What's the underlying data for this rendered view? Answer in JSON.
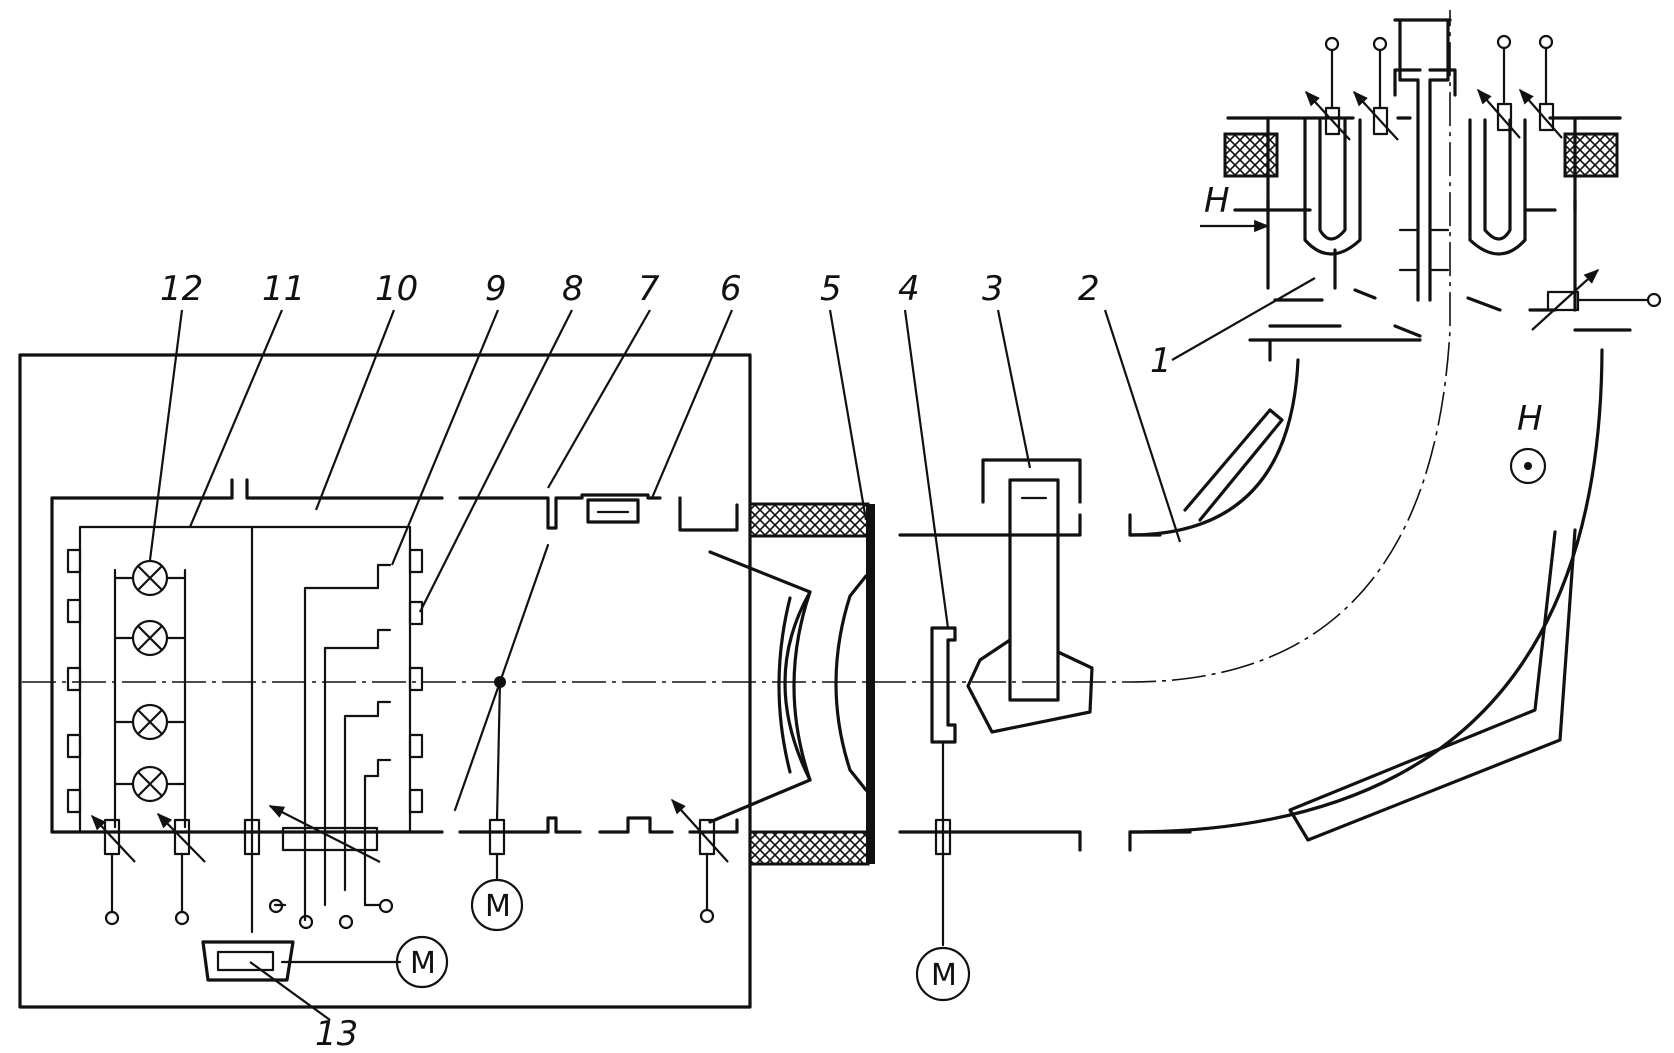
{
  "diagram": {
    "callouts": {
      "c1": "1",
      "c2": "2",
      "c3": "3",
      "c4": "4",
      "c5": "5",
      "c6": "6",
      "c7": "7",
      "c8": "8",
      "c9": "9",
      "c10": "10",
      "c11": "11",
      "c12": "12",
      "c13": "13"
    },
    "field_labels": {
      "h_arrow": "H",
      "h_dot": "H"
    },
    "motor_label": "M"
  }
}
